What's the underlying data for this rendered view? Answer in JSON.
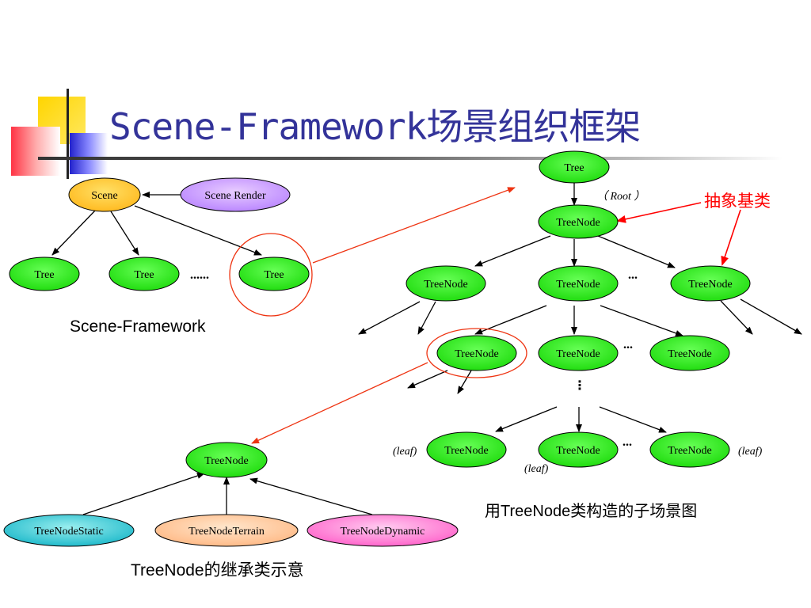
{
  "title": "Scene-Framework场景组织框架",
  "labels": {
    "abstract_base": "抽象基类",
    "scene_framework": "Scene-Framework",
    "subtree_caption": "用TreeNode类构造的子场景图",
    "inherit_caption": "TreeNode的继承类示意",
    "root": "（ Root ）",
    "leaf_left": "(leaf)",
    "leaf_bottom": "(leaf)",
    "leaf_right": "(leaf)",
    "dots_scene": "......",
    "dots_1": "...",
    "dots_2": "...",
    "dots_3": "...",
    "dots_vert": "⋮"
  },
  "nodes": {
    "scene": "Scene",
    "scene_render": "Scene Render",
    "tree_1": "Tree",
    "tree_2": "Tree",
    "tree_3": "Tree",
    "tree_top": "Tree",
    "treenode_root": "TreeNode",
    "treenode_l1_a": "TreeNode",
    "treenode_l1_b": "TreeNode",
    "treenode_l1_c": "TreeNode",
    "treenode_l2_a": "TreeNode",
    "treenode_l2_b": "TreeNode",
    "treenode_l2_c": "TreeNode",
    "treenode_l3_a": "TreeNode",
    "treenode_l3_b": "TreeNode",
    "treenode_l3_c": "TreeNode",
    "treenode_base": "TreeNode",
    "treenode_static": "TreeNodeStatic",
    "treenode_terrain": "TreeNodeTerrain",
    "treenode_dynamic": "TreeNodeDynamic"
  },
  "colors": {
    "title": "#333399",
    "node_green": "#33ee22",
    "scene_yellow": "#ffcc33",
    "render_purple": "#cc99ff",
    "static_teal": "#33cccc",
    "terrain_peach": "#ffcc99",
    "dynamic_pink": "#ff88dd",
    "highlight_red": "#ee3311",
    "abstract_red": "#ff0000"
  }
}
